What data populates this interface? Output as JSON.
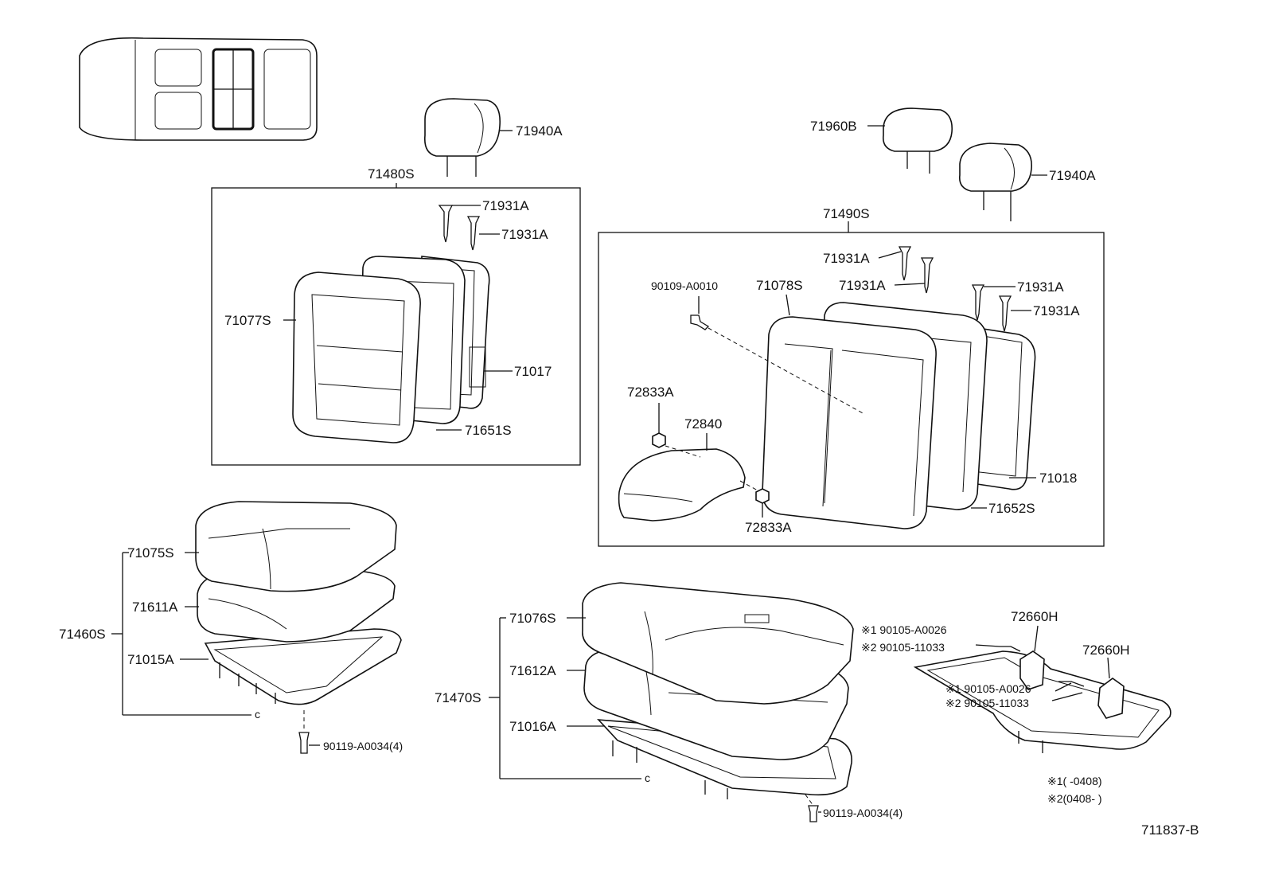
{
  "labels": {
    "headrest_left": "71940A",
    "headrest_right_center": "71960B",
    "headrest_right": "71940A",
    "back_assy_left": "71480S",
    "back_assy_right": "71490S",
    "clip_l1": "71931A",
    "clip_l2": "71931A",
    "clip_r1": "71931A",
    "clip_r2": "71931A",
    "clip_r3": "71931A",
    "clip_r4": "71931A",
    "back_cover_left": "71077S",
    "back_frame_left": "71017",
    "back_pad_left": "71651S",
    "back_cover_right": "71078S",
    "bolt_armrest": "90109-A0010",
    "armrest_nut_top": "72833A",
    "armrest": "72840",
    "armrest_nut_bottom": "72833A",
    "back_frame_right": "71018",
    "back_pad_right": "71652S",
    "cushion_cover_left": "71075S",
    "cushion_pad_left": "71611A",
    "cushion_assy_left": "71460S",
    "cushion_frame_left": "71015A",
    "bolt_left": "90119-A0034(4)",
    "cushion_cover_right": "71076S",
    "cushion_pad_right": "71612A",
    "cushion_assy_right": "71470S",
    "cushion_frame_right": "71016A",
    "bolt_right": "90119-A0034(4)",
    "note1_bolt": "※1 90105-A0026",
    "note2_bolt": "※2 90105-11033",
    "hinge_1": "72660H",
    "hinge_2": "72660H",
    "hinge_note1": "※1 90105-A0026",
    "hinge_note2": "※2  90105-11033",
    "legend_1": "※1(        -0408)",
    "legend_2": "※2(0408-        )",
    "c_left": "c",
    "c_right": "c",
    "figure_code": "711837-B"
  }
}
